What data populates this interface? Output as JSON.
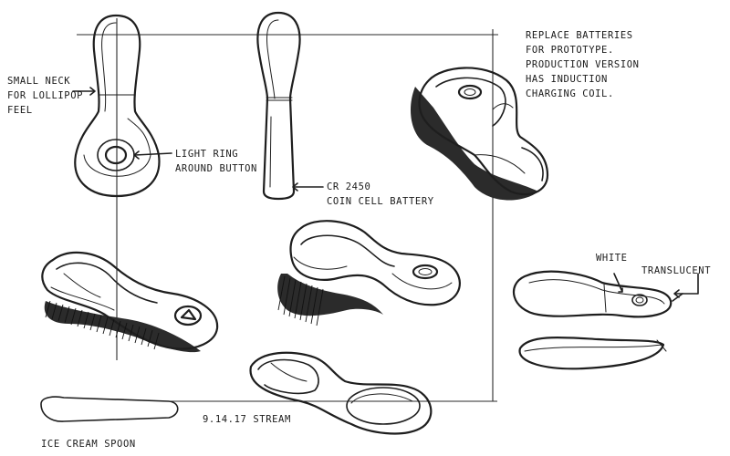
{
  "annotations": {
    "small_neck": [
      "SMALL NECK",
      "FOR LOLLIPOP",
      "FEEL"
    ],
    "light_ring": [
      "LIGHT RING",
      "AROUND BUTTON"
    ],
    "battery": [
      "CR 2450",
      "COIN CELL BATTERY"
    ],
    "replace_batteries": [
      "REPLACE BATTERIES",
      "FOR PROTOTYPE.",
      "PRODUCTION VERSION",
      "HAS INDUCTION",
      "CHARGING COIL."
    ],
    "white": "WHITE",
    "translucent": "TRANSLUCENT",
    "date_stream": "9.14.17  STREAM",
    "ice_cream_spoon": "ICE CREAM SPOON"
  },
  "colors": {
    "ink": "#1e1e1e",
    "paper": "#ffffff"
  }
}
